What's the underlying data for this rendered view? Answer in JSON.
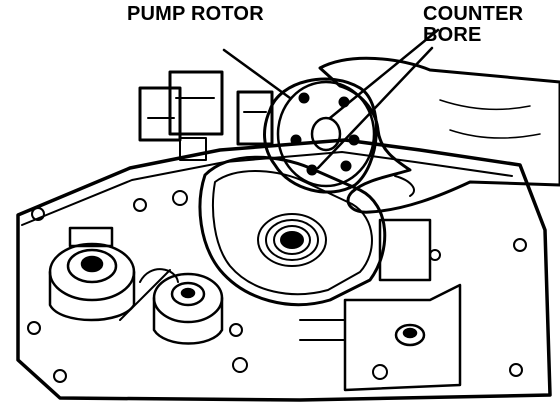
{
  "labels": {
    "pump_rotor": "PUMP ROTOR",
    "counter_bore_line1": "COUNTER",
    "counter_bore_line2": "BORE"
  },
  "colors": {
    "ink": "#000000",
    "paper": "#ffffff"
  }
}
